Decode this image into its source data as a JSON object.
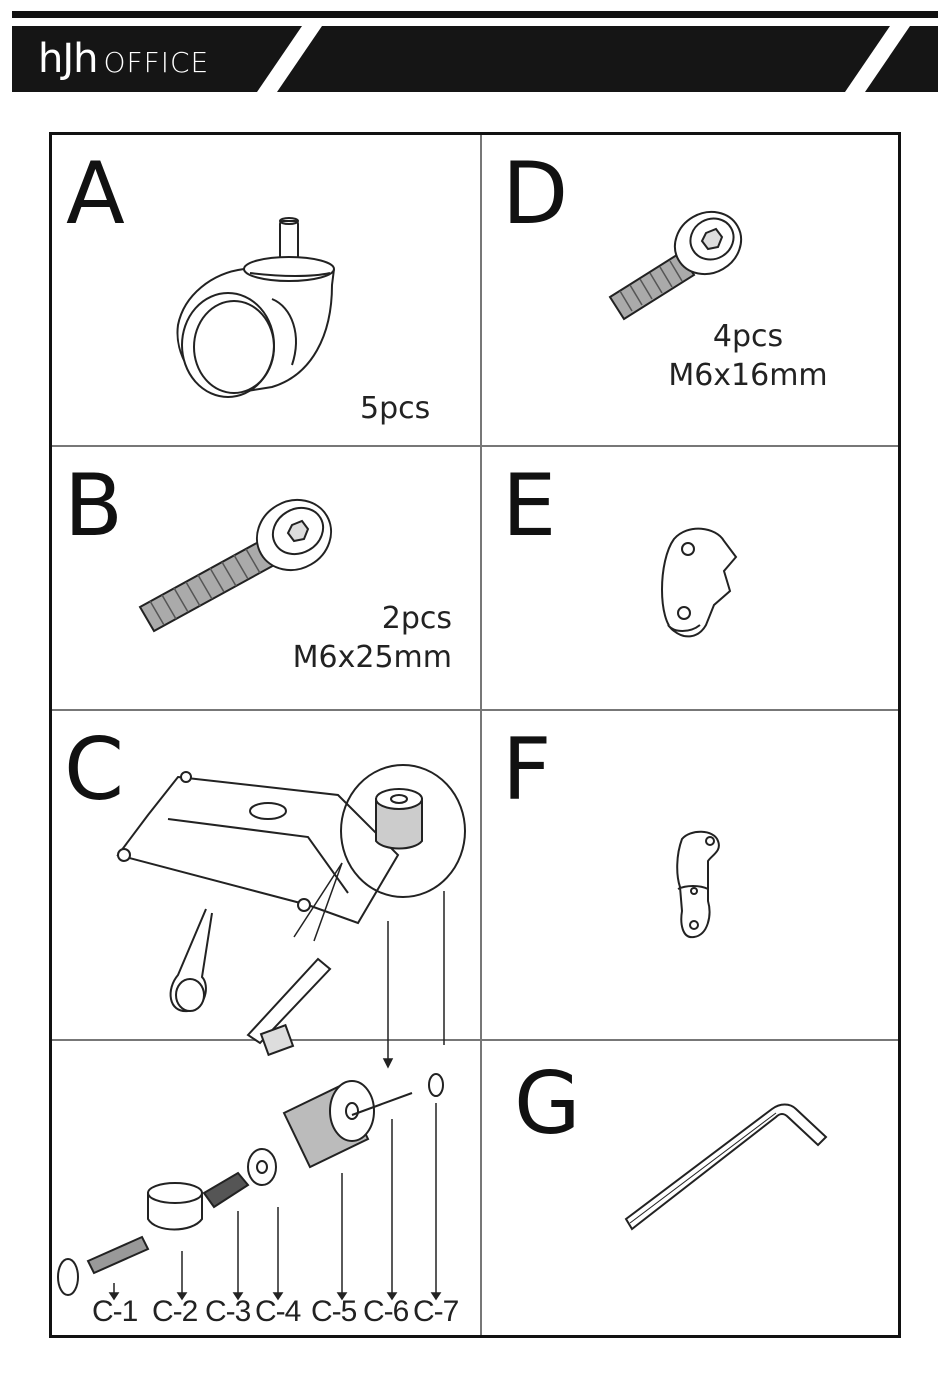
{
  "header": {
    "brand_main": "hJh",
    "brand_sub": "OFFICE"
  },
  "parts": {
    "A": {
      "letter": "A",
      "qty": "5pcs",
      "icon": "caster-wheel-icon"
    },
    "B": {
      "letter": "B",
      "qty": "2pcs",
      "size": "M6x25mm",
      "icon": "long-bolt-icon"
    },
    "C": {
      "letter": "C",
      "icon": "seat-mechanism-plate-icon",
      "sub_labels": [
        "C-1",
        "C-2",
        "C-3",
        "C-4",
        "C-5",
        "C-6",
        "C-7"
      ]
    },
    "D": {
      "letter": "D",
      "qty": "4pcs",
      "size": "M6x16mm",
      "icon": "short-bolt-icon"
    },
    "E": {
      "letter": "E",
      "icon": "bracket-clip-icon"
    },
    "F": {
      "letter": "F",
      "icon": "small-clip-icon"
    },
    "G": {
      "letter": "G",
      "icon": "allen-key-icon"
    }
  }
}
